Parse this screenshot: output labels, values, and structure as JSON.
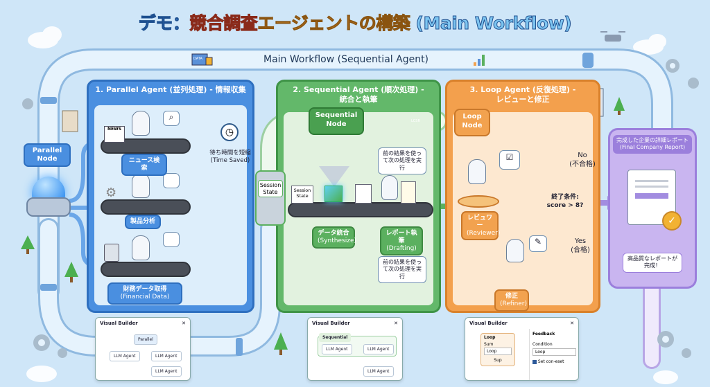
{
  "title": {
    "part1": "デモ：",
    "part2": "競合調査",
    "part3": "エージェントの構築",
    "part4": " (Main Workflow)"
  },
  "main_pipe": {
    "label": "Main Workflow (Sequential Agent)",
    "truck_label": "DATA"
  },
  "parallel_node": {
    "label": "Parallel Node"
  },
  "panel1": {
    "title": "1. Parallel Agent (並列処理) - 情報収集",
    "tasks": [
      {
        "label": "ニュース検索",
        "icon": "news-icon"
      },
      {
        "label": "製品分析",
        "icon": "gear-chart-icon"
      },
      {
        "label": "財務データ取得",
        "sub": "(Financial Data)",
        "icon": "calculator-icon"
      }
    ],
    "time_saved": "待ち時間を短縮",
    "time_saved_en": "(Time Saved)",
    "news_text": "NEWS"
  },
  "session_state": {
    "label": "Session State"
  },
  "panel2": {
    "title": "2. Sequential Agent (順次処理) -",
    "title2": "統合と執筆",
    "node": "Sequential Node",
    "truck_label": "LCSR",
    "doc_label": "Session State",
    "step1": "データ統合",
    "step1_en": "(Synthesize)",
    "step2": "レポート執筆",
    "step2_en": "(Drafting)",
    "bubble1": "前の結果を使って次の処理を実行",
    "bubble2": "前の結果を使って次の処理を実行"
  },
  "panel3": {
    "title": "3. Loop Agent (反復処理) -",
    "title2": "レビューと修正",
    "node": "Loop Node",
    "condition": "終了条件:",
    "condition2": "score > 8?",
    "no": "No",
    "no_jp": "(不合格)",
    "yes": "Yes",
    "yes_jp": "(合格)",
    "reviewer": "レビュワー",
    "reviewer_en": "(Reviewer)",
    "refiner": "修正",
    "refiner_en": "(Refiner)"
  },
  "panel4": {
    "title": "完成した企業の詳細レポート",
    "title_en": "(Final Company Report)",
    "bubble": "高品質なレポートが完成！"
  },
  "visual_builders": [
    {
      "title": "Visual Builder",
      "root": "Parallel",
      "nodes": [
        "LLM Agent",
        "LLM Agent",
        "LLM Agent"
      ]
    },
    {
      "title": "Visual Builder",
      "root": "Sequential",
      "nodes": [
        "LLM Agent",
        "LLM Agent",
        "LLM Agent"
      ]
    },
    {
      "title": "Visual Builder",
      "root": "Loop",
      "sub_label": "Sum",
      "select": "Loop",
      "footer": "Sup",
      "side_title": "Feedback",
      "condition_label": "Condition",
      "condition_value": "Loop",
      "checkbox_label": "Set con-eset"
    }
  ],
  "colors": {
    "bg": "#cfe6f8",
    "blue": "#4a8fe0",
    "green": "#63b86a",
    "orange": "#f3a04d",
    "purple": "#c9b5f0"
  }
}
